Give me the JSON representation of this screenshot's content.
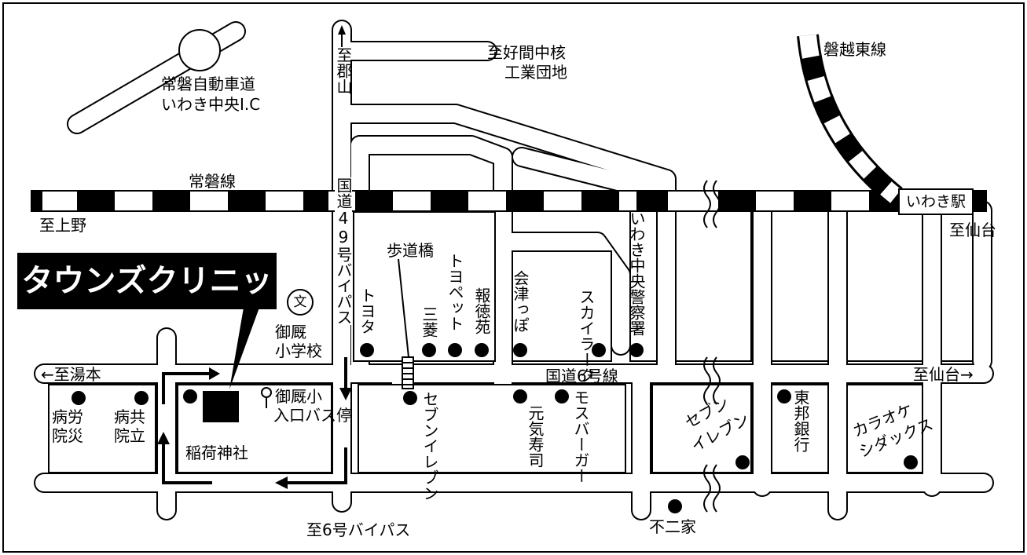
{
  "title": "タウンズクリニック",
  "station": "いわき駅",
  "school_symbol": "文",
  "rail_lines": {
    "joban": "常磐線",
    "banetsu_east": "磐越東線"
  },
  "directions": {
    "ueno": "至上野",
    "sendai_top": "至仙台",
    "koriyama": "至郡山",
    "industrial_park_1": "至好間中核",
    "industrial_park_2": "工業団地",
    "yumoto": "←至湯本",
    "sendai_mid": "至仙台→",
    "route6_bypass": "至6号バイパス"
  },
  "roads": {
    "expressway_1": "常磐自動車道",
    "expressway_2": "いわき中央I.C",
    "route49": "国道49号バイパス",
    "route6": "国道6号線"
  },
  "landmarks": {
    "footbridge": "歩道橋",
    "toyota": "トヨタ",
    "mitsubishi": "三菱",
    "toyopet": "トヨペット",
    "hotokuen": "報徳苑",
    "aizuppo": "会津っぽ",
    "skylark": "スカイラーク",
    "police": "いわき中央警察署",
    "school_1": "御厩",
    "school_2": "小学校",
    "bus_stop_1": "御厩小",
    "bus_stop_2": "入口バス停",
    "seven_1": "セブンイレブン",
    "genki": "元気寿司",
    "mos": "モスバーガー",
    "seven_2_line1": "セブン",
    "seven_2_line2": "イレブン",
    "toho_bank": "東邦銀行",
    "karaoke_1": "カラオケ",
    "karaoke_2": "シダックス",
    "fujiya": "不二家",
    "rosai_1": "病労",
    "rosai_2": "院災",
    "kyoritsu_1": "病共",
    "kyoritsu_2": "院立",
    "inari": "稲荷神社"
  }
}
